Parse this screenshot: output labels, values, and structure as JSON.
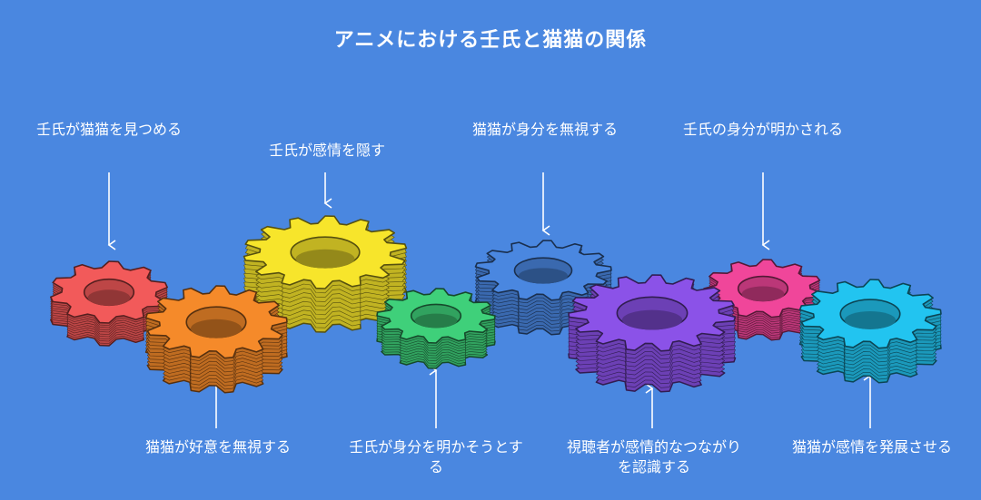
{
  "title": "アニメにおける壬氏と猫猫の関係",
  "steps": [
    {
      "label": "壬氏が猫猫を見つめる",
      "color": "#f25a5a"
    },
    {
      "label": "猫猫が好意を無視する",
      "color": "#f58a2a"
    },
    {
      "label": "壬氏が感情を隠す",
      "color": "#f7e52b"
    },
    {
      "label": "壬氏が身分を明かそうとする",
      "color": "#3fd07a"
    },
    {
      "label": "猫猫が身分を無視する",
      "color": "#4a87e0"
    },
    {
      "label": "視聴者が感情的なつながりを認識する",
      "color": "#8b52e8"
    },
    {
      "label": "壬氏の身分が明かされる",
      "color": "#f0469a"
    },
    {
      "label": "猫猫が感情を発展させる",
      "color": "#22c4f0"
    }
  ]
}
